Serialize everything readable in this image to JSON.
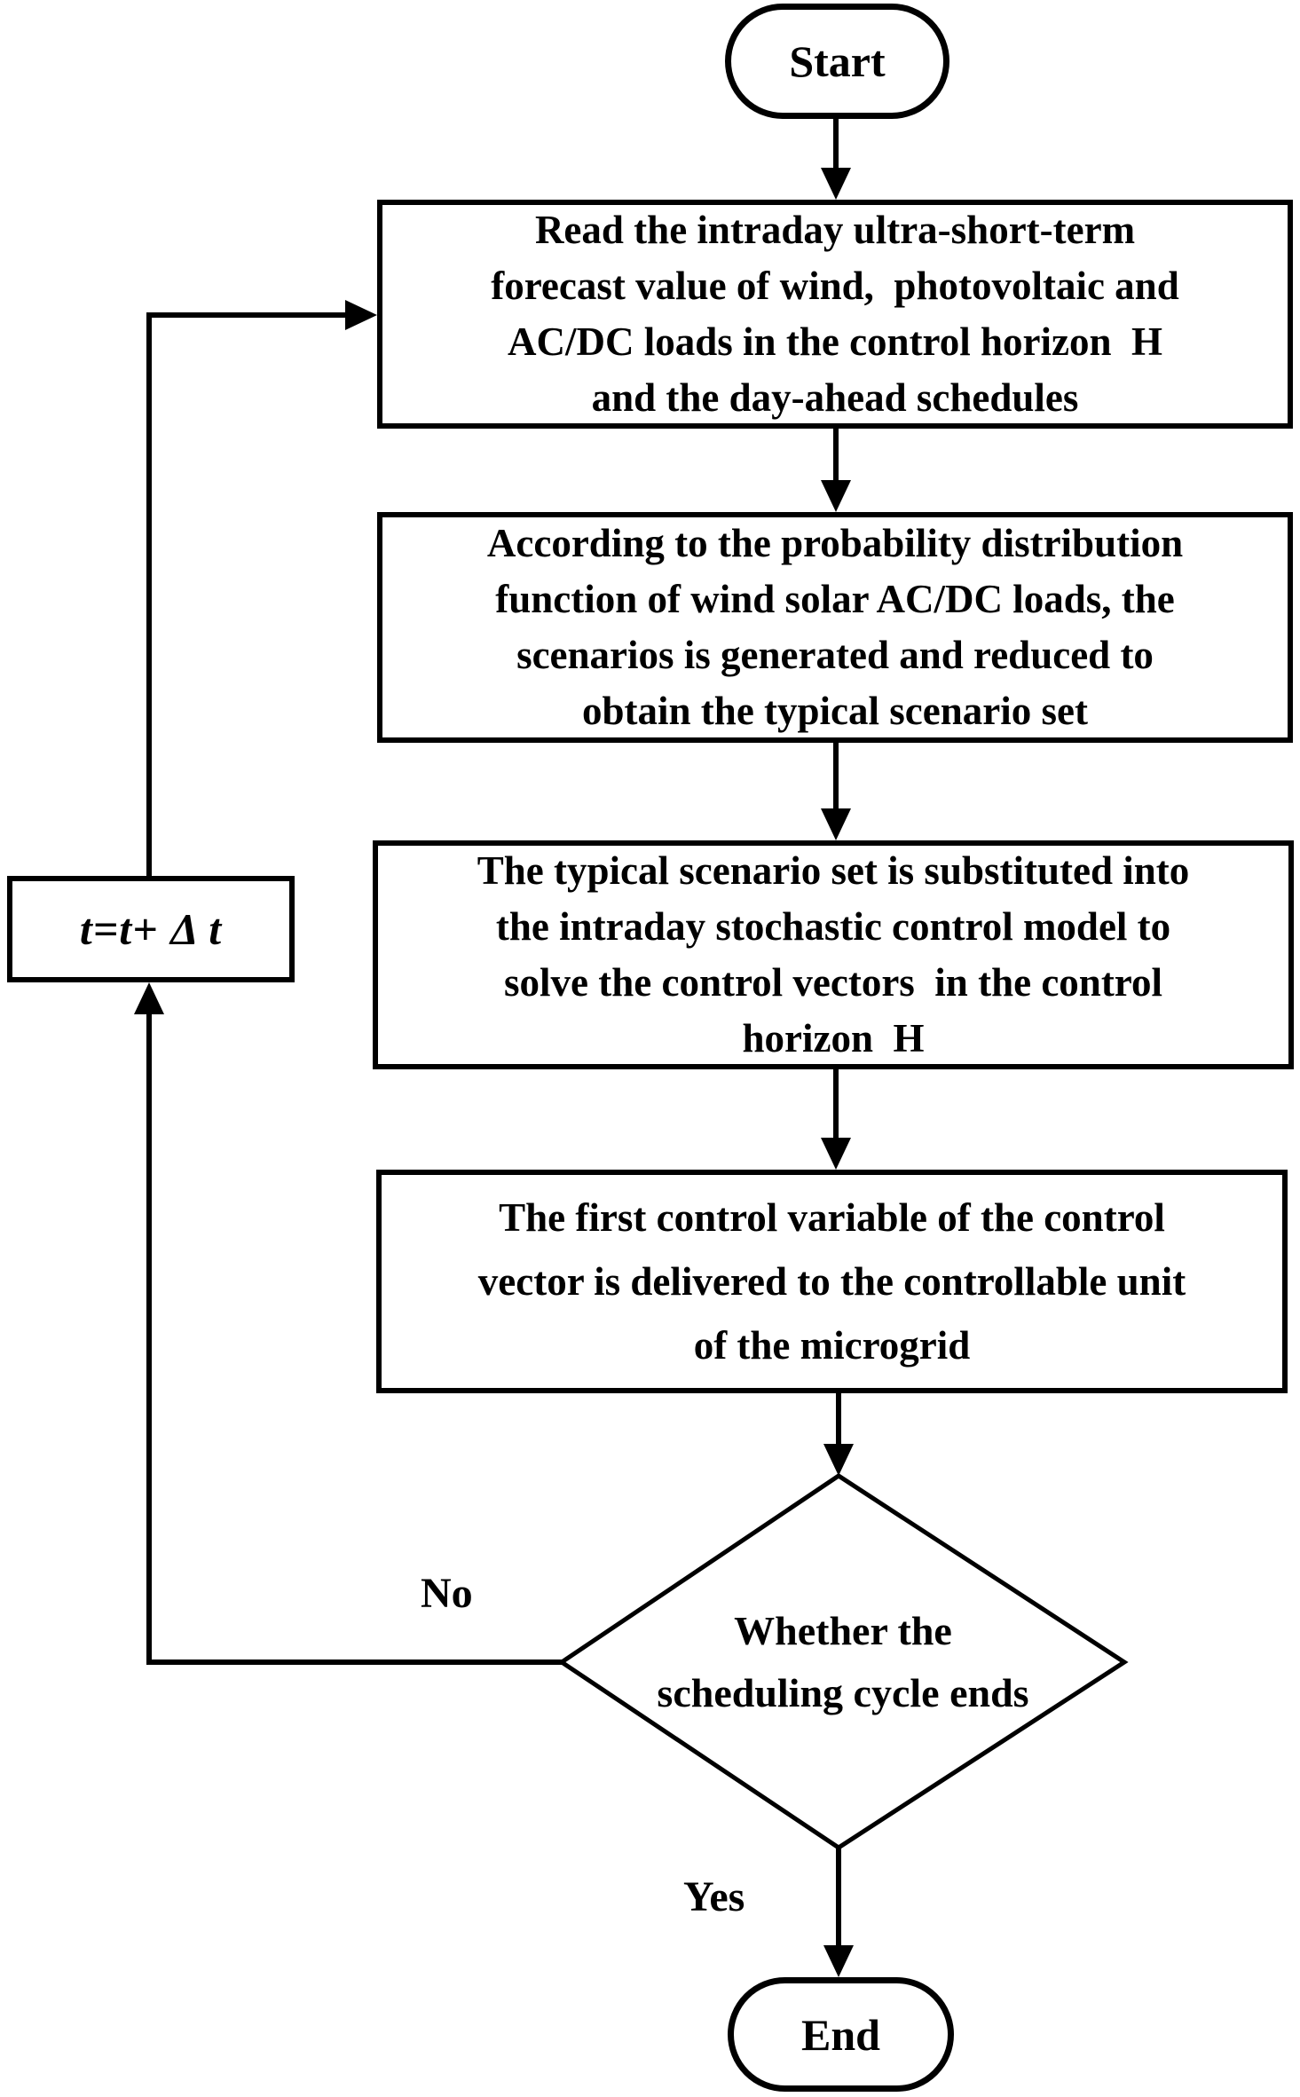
{
  "flowchart": {
    "start_label": "Start",
    "end_label": "End",
    "process_boxes": {
      "read_forecast": {
        "lines": [
          "Read the intraday ultra-short-term",
          "forecast value of wind,  photovoltaic and",
          "AC/DC loads in the control horizon  H",
          "and the day-ahead schedules"
        ]
      },
      "scenario_generation": {
        "lines": [
          "According to the probability distribution",
          "function of wind solar AC/DC loads, the",
          "scenarios is generated and reduced to",
          "obtain the typical scenario set"
        ]
      },
      "solve_control_model": {
        "lines": [
          "The typical scenario set is substituted into",
          "the intraday stochastic control model to",
          "solve the control vectors  in the control",
          "horizon  H"
        ]
      },
      "deliver_control": {
        "lines": [
          "The first control variable of the control",
          "vector is delivered to the controllable unit",
          "of the microgrid"
        ]
      }
    },
    "time_update_label": "t=t+ Δ t",
    "decision": {
      "lines": [
        "Whether the",
        "scheduling cycle ends"
      ]
    },
    "branch_labels": {
      "no": "No",
      "yes": "Yes"
    },
    "colors": {
      "stroke": "#000000",
      "text": "#000000",
      "background": "#ffffff"
    }
  }
}
